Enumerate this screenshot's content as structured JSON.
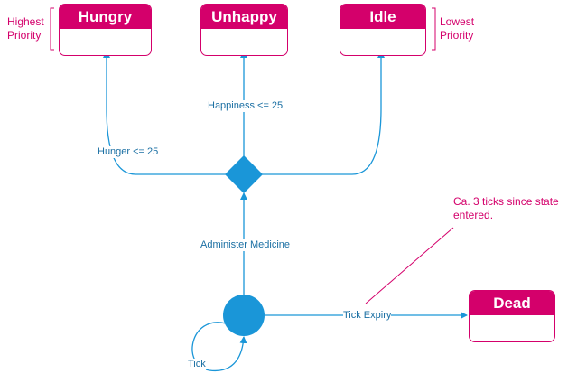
{
  "colors": {
    "state": "#d4006b",
    "flow": "#1a96d8",
    "label": "#1a6fa3",
    "note": "#d4006b"
  },
  "states": {
    "hungry": "Hungry",
    "unhappy": "Unhappy",
    "idle": "Idle",
    "dead": "Dead"
  },
  "transitions": {
    "hunger": "Hunger <= 25",
    "happiness": "Happiness <= 25",
    "medicine": "Administer Medicine",
    "expiry": "Tick Expiry",
    "tick": "Tick"
  },
  "notes": {
    "highest_line1": "Highest",
    "highest_line2": "Priority",
    "lowest_line1": "Lowest",
    "lowest_line2": "Priority",
    "ticks_line1": "Ca. 3 ticks since state",
    "ticks_line2": "entered."
  }
}
